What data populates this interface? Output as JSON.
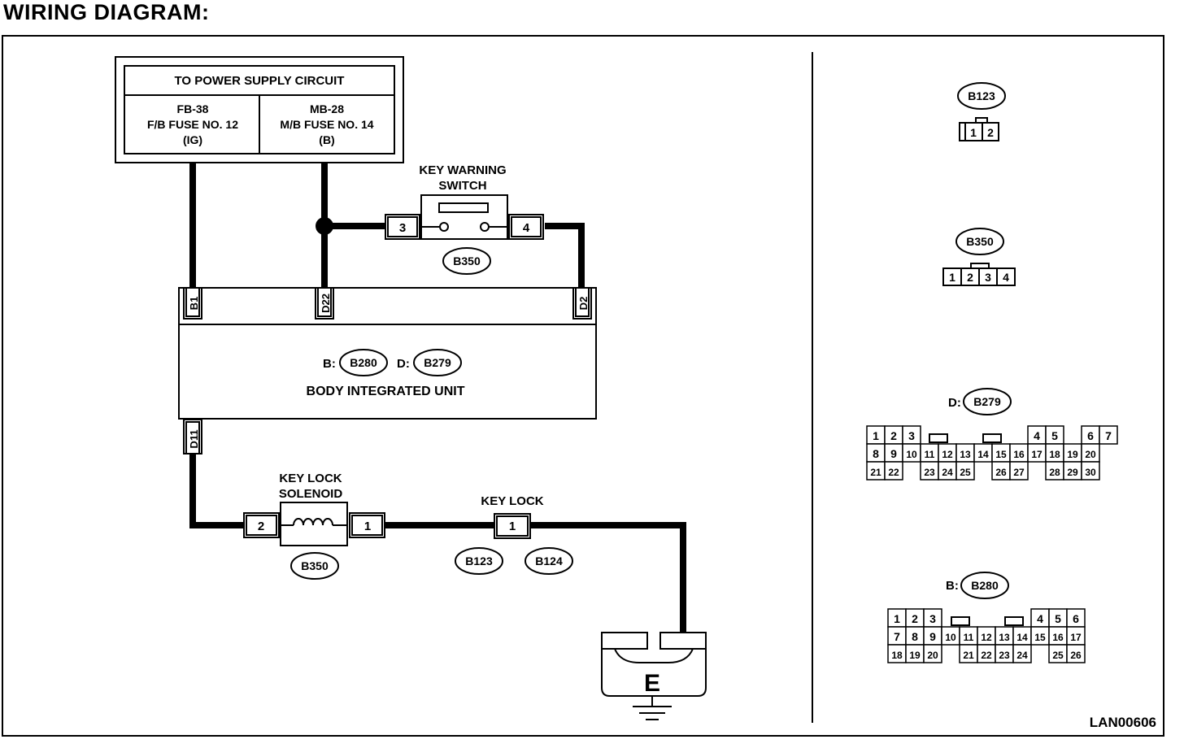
{
  "title": "WIRING DIAGRAM:",
  "power": {
    "header": "TO POWER SUPPLY CIRCUIT",
    "left": [
      "FB-38",
      "F/B FUSE NO. 12",
      "(IG)"
    ],
    "right": [
      "MB-28",
      "M/B FUSE NO. 14",
      "(B)"
    ]
  },
  "key_warning_switch": {
    "label": [
      "KEY WARNING",
      "SWITCH"
    ],
    "pin_left": "3",
    "pin_right": "4",
    "connector": "B350"
  },
  "biu": {
    "name": "BODY INTEGRATED UNIT",
    "prefix_b": "B:",
    "prefix_d": "D:",
    "conn_b": "B280",
    "conn_d": "B279",
    "pins_top": [
      "B1",
      "D22",
      "D2"
    ],
    "pin_bottom": "D11"
  },
  "solenoid": {
    "label": [
      "KEY LOCK",
      "SOLENOID"
    ],
    "pin_left": "2",
    "pin_right": "1",
    "connector": "B350"
  },
  "key_lock": {
    "label": "KEY LOCK",
    "pin": "1",
    "connectors": [
      "B123",
      "B124"
    ]
  },
  "ground": {
    "label": "E"
  },
  "connector_views": {
    "b123": {
      "id": "B123",
      "pins": [
        "1",
        "2"
      ]
    },
    "b350": {
      "id": "B350",
      "pins": [
        "1",
        "2",
        "3",
        "4"
      ]
    },
    "b279": {
      "prefix": "D:",
      "id": "B279",
      "rows": [
        [
          "1",
          "2",
          "3",
          "",
          "",
          "",
          "",
          "",
          "",
          "4",
          "5",
          "",
          "6",
          "7"
        ],
        [
          "8",
          "9",
          "10",
          "11",
          "12",
          "13",
          "14",
          "15",
          "16",
          "17",
          "18",
          "19",
          "20"
        ],
        [
          "21",
          "22",
          "",
          "23",
          "24",
          "25",
          "",
          "26",
          "27",
          "",
          "28",
          "29",
          "30"
        ]
      ]
    },
    "b280": {
      "prefix": "B:",
      "id": "B280",
      "rows": [
        [
          "1",
          "2",
          "3",
          "",
          "",
          "",
          "",
          "",
          "4",
          "5",
          "6"
        ],
        [
          "7",
          "8",
          "9",
          "10",
          "11",
          "12",
          "13",
          "14",
          "15",
          "16",
          "17"
        ],
        [
          "18",
          "19",
          "20",
          "",
          "21",
          "22",
          "23",
          "24",
          "",
          "25",
          "26"
        ]
      ]
    }
  },
  "code": "LAN00606"
}
